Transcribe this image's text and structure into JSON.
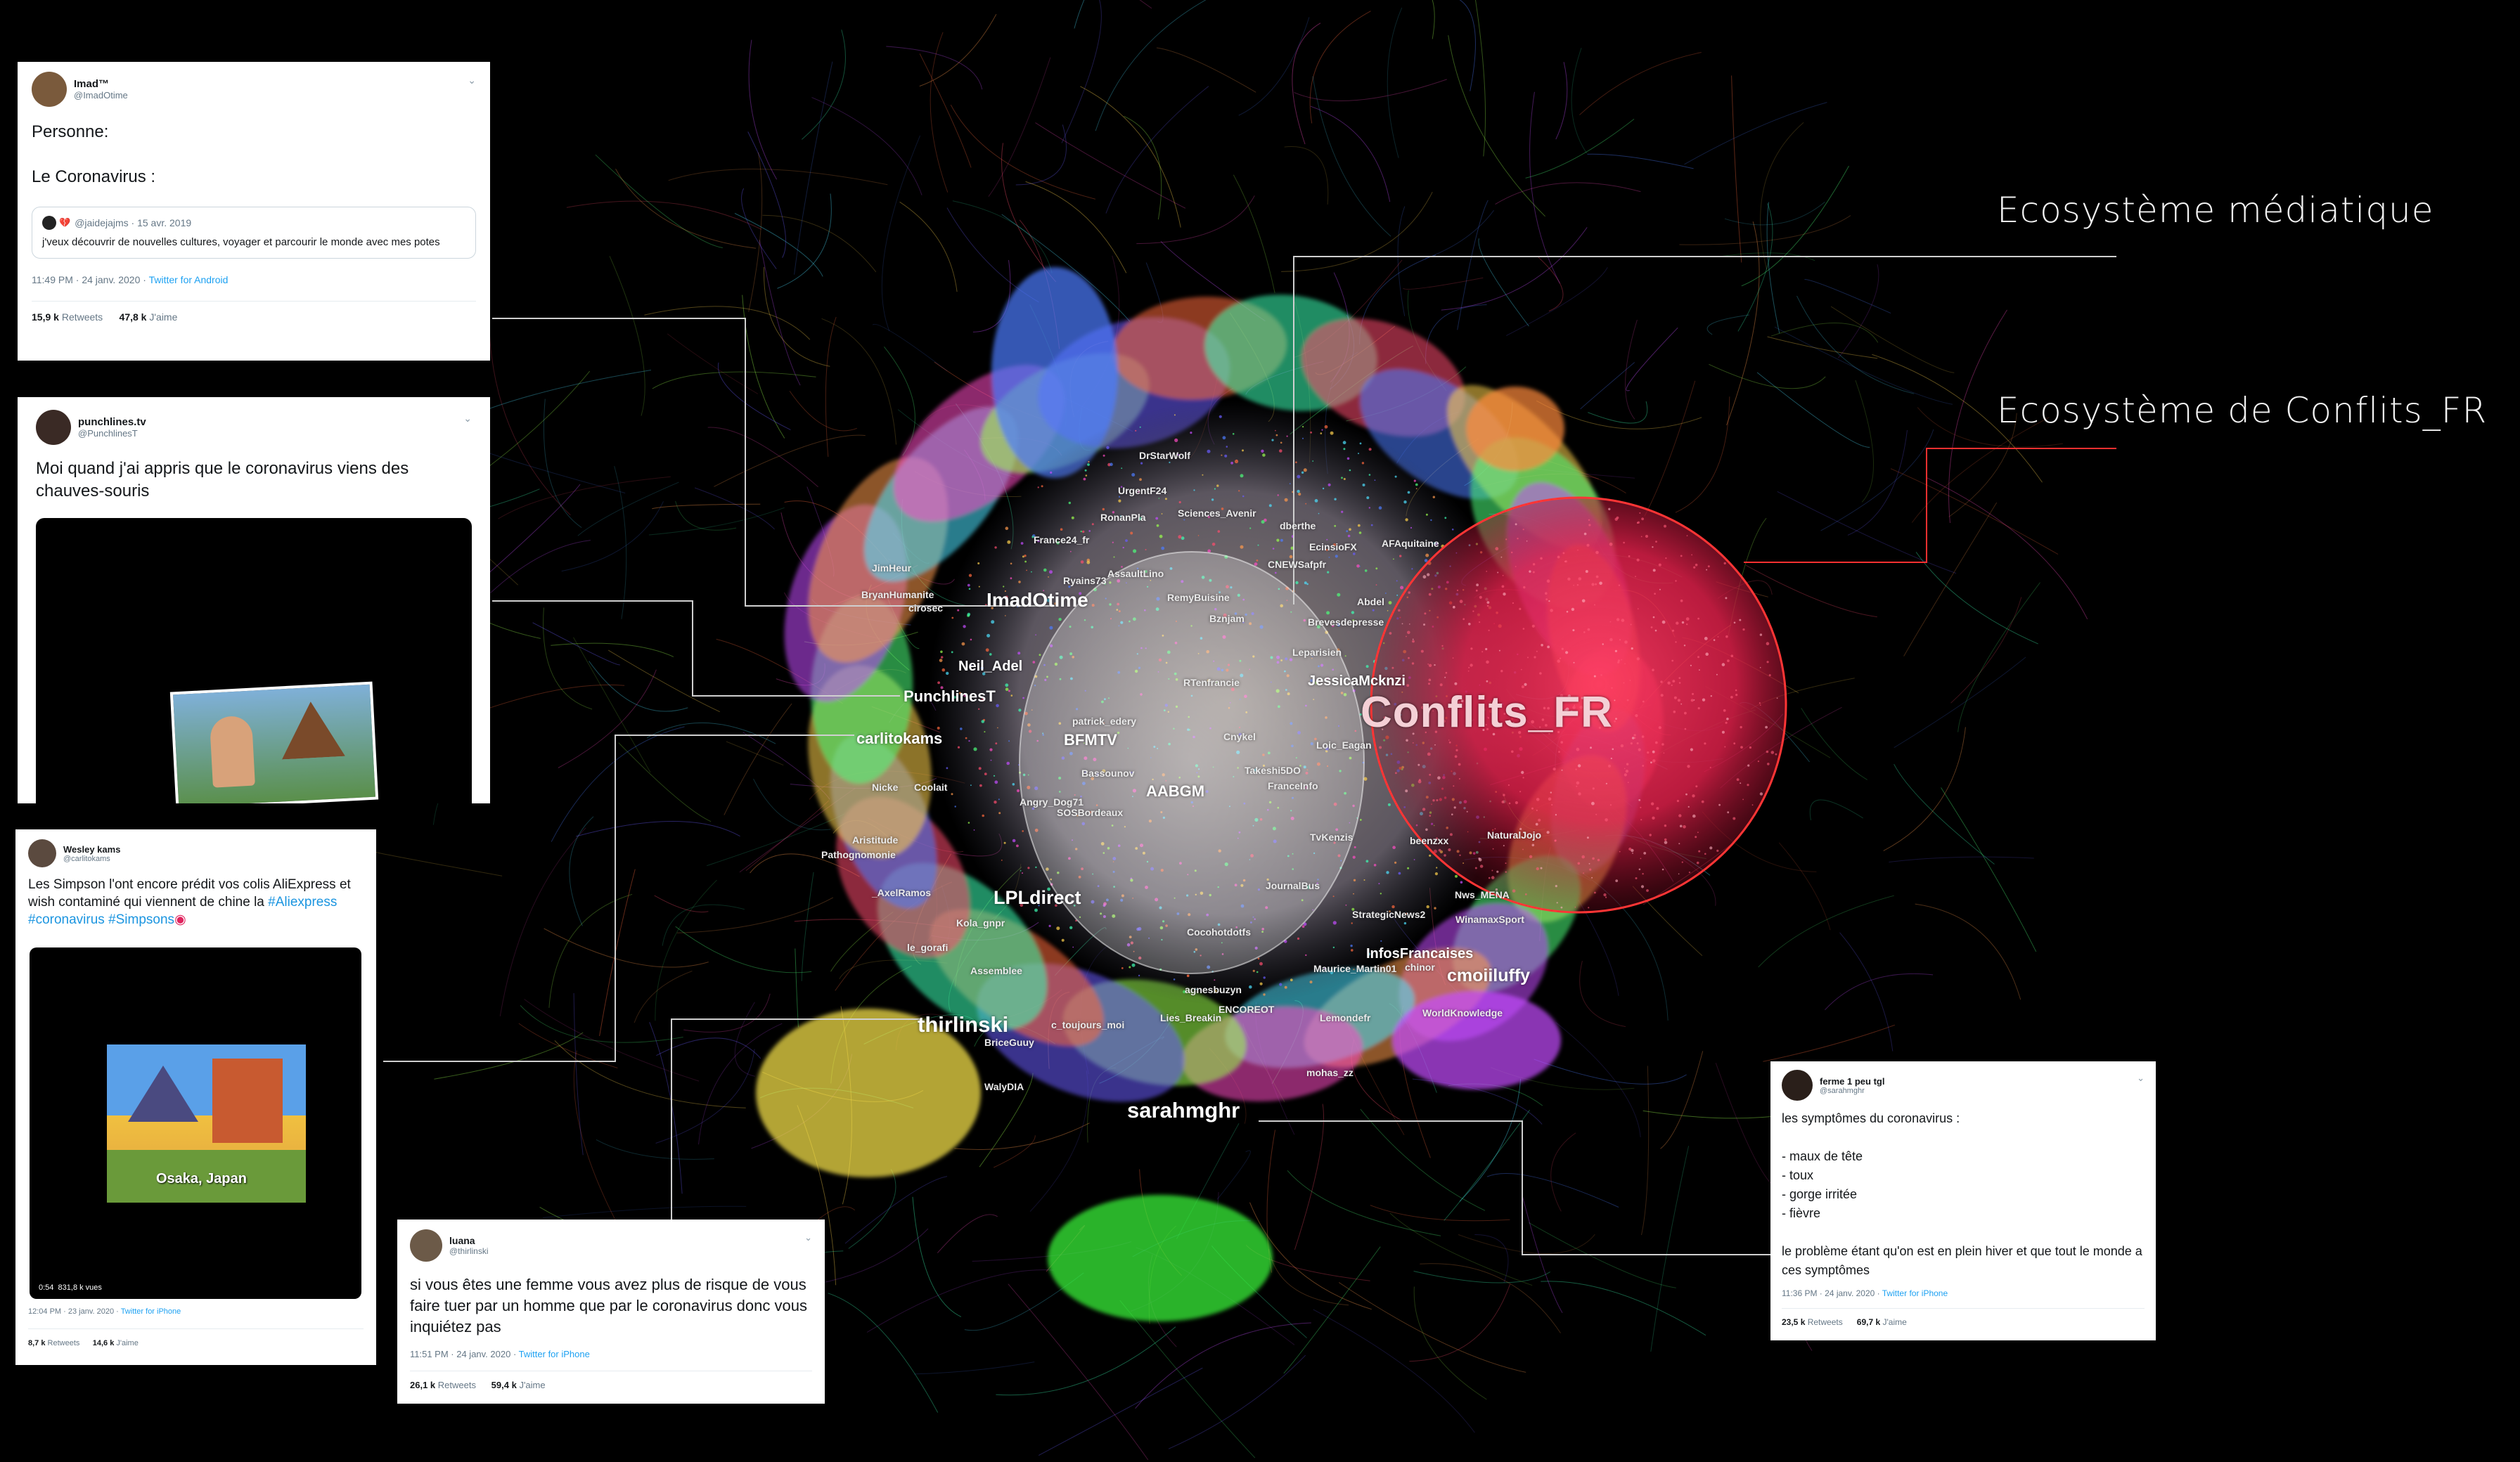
{
  "legend": {
    "media": "Ecosystème médiatique",
    "conflits": "Ecosystème de Conflits_FR"
  },
  "colors": {
    "background": "#000000",
    "conflits_cluster": "#ff2d55",
    "media_cluster": "#ffffff",
    "connector_white": "#cfcfcf",
    "connector_red": "#ff3030",
    "twitter_link": "#1da1f2"
  },
  "network": {
    "big_labels": [
      "ImadOtime",
      "PunchlinesT",
      "carlitokams",
      "LPLdirect",
      "thirlinski",
      "sarahmghr",
      "cmoiiluffy",
      "InfosFrancaises",
      "JessicaMcknzi",
      "Neil_Adel",
      "BFMTV",
      "AABGM"
    ],
    "cluster_label": "Conflits_FR",
    "small_labels": [
      "DrStarWolf",
      "UrgentF24",
      "RonanPla",
      "Sciences_Avenir",
      "France24_fr",
      "dberthe",
      "AFAquitaine",
      "EcinsioFX",
      "afpfr",
      "CNEWS",
      "JimHeur",
      "AssaultLino",
      "Ryains73",
      "BryanHumanite",
      "cirosec",
      "RemyBuisine",
      "Abdel",
      "Bznjam",
      "Brevesdepresse",
      "Leparisien",
      "Nicke",
      "Coolait",
      "Angry_Dog71",
      "SOSBordeaux",
      "Aristitude",
      "Pathognomonie",
      "_AxelRamos",
      "Kola_gnpr",
      "le_gorafi",
      "Assemblee",
      "c_toujours_moi",
      "Lies_Breakin",
      "Cocohotdotfs",
      "agnesbuzyn",
      "Lemondefr",
      "ENCOREOT",
      "BriceGuuy",
      "WalyDIA",
      "mohas_zz",
      "StrategicNews2",
      "chinor",
      "WorldKnowledge",
      "NaturalJojo",
      "beenzxx",
      "WinamaxSport",
      "Nws_MENA",
      "Loic_Eagan",
      "Cnykel",
      "FranceInfo",
      "Takeshi5DO",
      "TvKenzis",
      "JournalBus",
      "Maurice_Martin01",
      "Bassounov",
      "patrick_edery",
      "RTenfrancie"
    ]
  },
  "tweets": [
    {
      "name": "Imad™",
      "handle": "@ImadOtime",
      "lines": [
        "Personne:",
        "",
        "Le Coronavirus :"
      ],
      "quote_handle": "@jaidejajms · 15 avr. 2019",
      "quote_text": "j'veux découvrir de nouvelles cultures, voyager et parcourir le monde avec mes potes",
      "time": "11:49 PM · 24 janv. 2020 ·",
      "source": "Twitter for Android",
      "retweets": "15,9 k",
      "retweets_label": "Retweets",
      "likes": "47,8 k",
      "likes_label": "J'aime"
    },
    {
      "name": "punchlines.tv",
      "handle": "@PunchlinesT",
      "text": "Moi quand j'ai appris que le coronavirus viens des chauves-souris"
    },
    {
      "name": "Wesley kams",
      "handle": "@carlitokams",
      "text_before": "Les Simpson l'ont encore prédit vos colis AliExpress et wish contaminé qui viennent de chine la ",
      "tag1": "#Aliexpress",
      "tag2": "#coronavirus",
      "tag3": "#Simpsons",
      "video_overlay": "Osaka, Japan",
      "video_time": "0:54",
      "video_views": "831,8 k vues",
      "time": "12:04 PM · 23 janv. 2020 ·",
      "source": "Twitter for iPhone",
      "retweets": "8,7 k",
      "retweets_label": "Retweets",
      "likes": "14,6 k",
      "likes_label": "J'aime"
    },
    {
      "name": "luana",
      "handle": "@thirlinski",
      "text": "si vous êtes une femme vous avez plus de risque de vous faire tuer par un homme que par le coronavirus donc vous inquiétez pas",
      "time": "11:51 PM · 24 janv. 2020 ·",
      "source": "Twitter for iPhone",
      "retweets": "26,1 k",
      "retweets_label": "Retweets",
      "likes": "59,4 k",
      "likes_label": "J'aime"
    },
    {
      "name": "ferme 1 peu tgl",
      "handle": "@sarahmghr",
      "lines": [
        "les symptômes du coronavirus :",
        "",
        "- maux de tête",
        "- toux",
        "- gorge irritée",
        "- fièvre",
        "",
        "le problème étant qu'on est en plein hiver et que tout le monde a ces symptômes"
      ],
      "time": "11:36 PM · 24 janv. 2020 ·",
      "source": "Twitter for iPhone",
      "retweets": "23,5 k",
      "retweets_label": "Retweets",
      "likes": "69,7 k",
      "likes_label": "J'aime"
    }
  ]
}
